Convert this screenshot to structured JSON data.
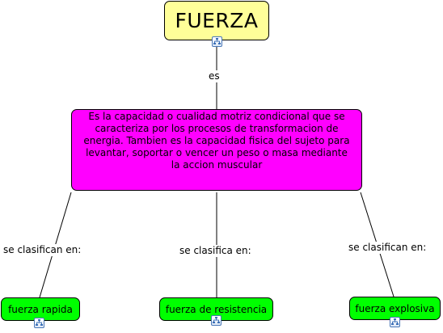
{
  "map": {
    "root": {
      "label": "FUERZA",
      "color": "#ffff99"
    },
    "definition": {
      "text": "Es la capacidad o cualidad motriz condicional que se caracteriza por los procesos de transformacion de energia. Tambien es la capacidad fisica del sujeto para levantar, soportar o vencer un peso o masa mediante la accion muscular",
      "color": "#ff00ff"
    },
    "link_root": "es",
    "links": [
      "se clasifican en:",
      "se clasifica en:",
      "se clasifican en:"
    ],
    "leaves": [
      {
        "label": "fuerza rapida"
      },
      {
        "label": "fuerza de resistencia"
      },
      {
        "label": "fuerza explosiva"
      }
    ],
    "leaf_color": "#00ff00",
    "icon": "concept-map-icon"
  }
}
